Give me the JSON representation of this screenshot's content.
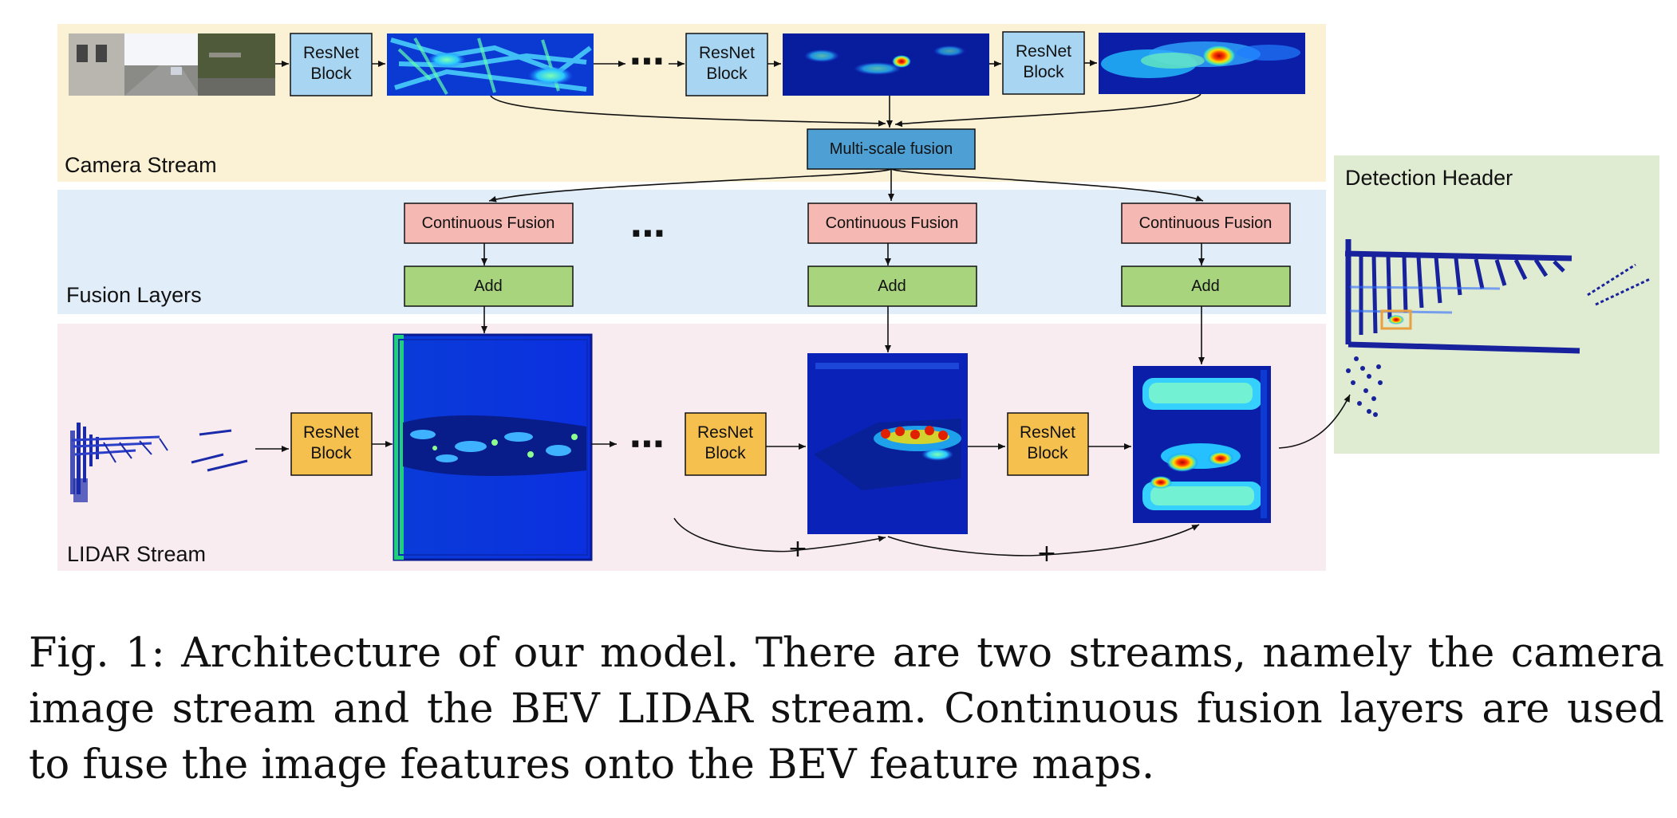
{
  "regions": {
    "camera": "Camera Stream",
    "fusion": "Fusion Layers",
    "lidar": "LIDAR Stream",
    "detection": "Detection Header"
  },
  "blocks": {
    "resnet_line1": "ResNet",
    "resnet_line2": "Block",
    "multiscale": "Multi-scale fusion",
    "continuous_fusion": "Continuous Fusion",
    "add": "Add"
  },
  "symbols": {
    "ellipsis": "⋯",
    "plus": "+"
  },
  "colors": {
    "camera_bg": "#fbf2d5",
    "fusion_bg": "#e1eef9",
    "lidar_bg": "#f8ecf0",
    "detection_bg": "#e0ecd2",
    "camera_resnet": "#a8d5f2",
    "multiscale": "#4d9fd4",
    "continuous_fusion": "#f5b8b2",
    "add": "#a9d47e",
    "lidar_resnet": "#f5c04e",
    "heatmap_base": "#0a1ea8"
  },
  "caption": {
    "text": "Fig. 1: Architecture of our model. There are two streams, namely the camera image stream and the BEV LIDAR stream. Continuous fusion layers are used to fuse the image features onto the BEV feature maps."
  }
}
